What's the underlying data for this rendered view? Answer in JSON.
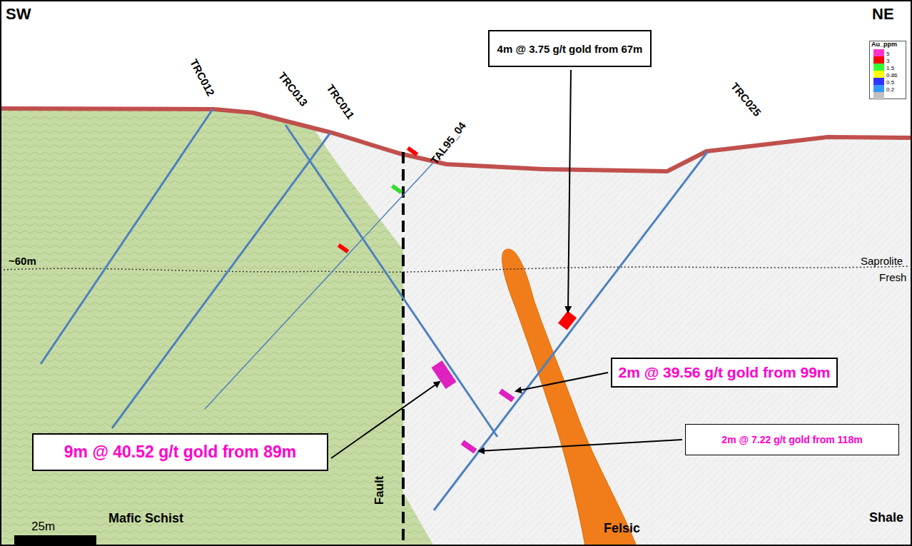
{
  "diagram": {
    "nodes": [
      {
        "text": [
          "4m @ 3.75 g/t gold from 67m"
        ]
      },
      {
        "text": [
          "2m @ 39.56 g/t gold from 99m"
        ]
      },
      {
        "text": [
          "9m @ 40.52 g/t gold from 89m"
        ]
      },
      {
        "text": [
          "2m @ 7.22 g/t gold from 118m"
        ]
      }
    ],
    "edges": [],
    "labels": [
      "SW",
      "NE",
      "TRC012",
      "TRC013",
      "TRC011",
      "TAL95_04",
      "TRC025",
      "~60m",
      "Saprolite",
      "Fresh",
      "Au_ppm",
      "Fault",
      "Mafic Schist",
      "Felsic",
      "Shale",
      "25m"
    ],
    "legend": [
      {
        "text": "5",
        "color": "#ff33cc"
      },
      {
        "text": "3",
        "color": "#ff0000"
      },
      {
        "text": "1.5",
        "color": "#33ff33"
      },
      {
        "text": "0.86",
        "color": "#ffff00"
      },
      {
        "text": "0.5",
        "color": "#3333ff"
      },
      {
        "text": "0.2",
        "color": "#3399ff"
      }
    ]
  }
}
